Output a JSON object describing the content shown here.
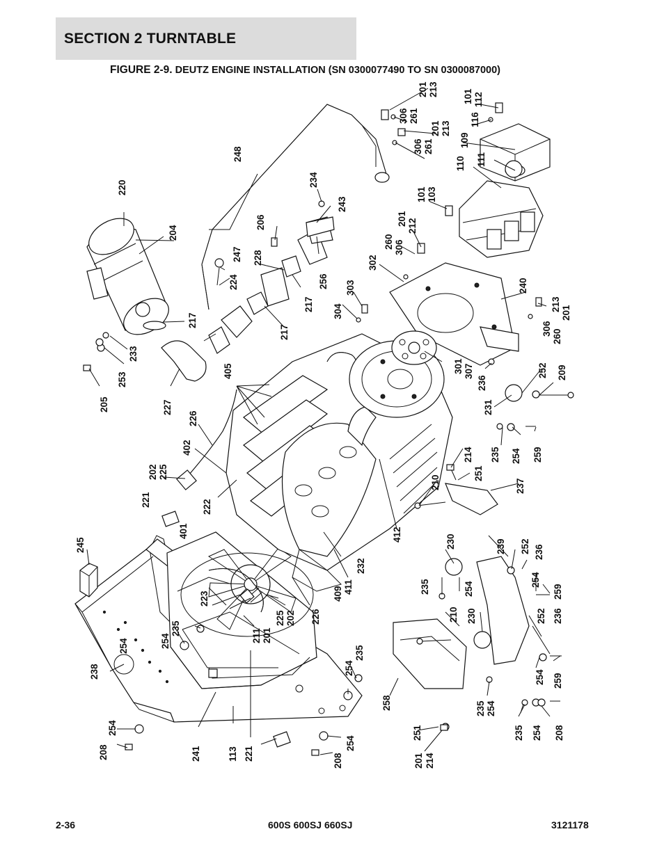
{
  "header": {
    "section": "SECTION 2   TURNTABLE",
    "figure_number": "FIGURE 2-9.",
    "figure_caption": "DEUTZ ENGINE INSTALLATION (SN 0300077490 TO SN 0300087000)"
  },
  "footer": {
    "page": "2-36",
    "models": "600S 600SJ 660SJ",
    "document": "3121178"
  },
  "callouts": [
    "201",
    "213",
    "306",
    "261",
    "201",
    "213",
    "306",
    "261",
    "101",
    "112",
    "109",
    "116",
    "111",
    "110",
    "101",
    "103",
    "201",
    "212",
    "260",
    "306",
    "248",
    "234",
    "243",
    "206",
    "228",
    "247",
    "224",
    "256",
    "217",
    "220",
    "204",
    "217",
    "217",
    "233",
    "253",
    "205",
    "227",
    "226",
    "405",
    "302",
    "303",
    "304",
    "240",
    "306",
    "260",
    "213",
    "201",
    "301",
    "307",
    "236",
    "252",
    "209",
    "231",
    "235",
    "254",
    "259",
    "214",
    "251",
    "210",
    "237",
    "402",
    "202",
    "225",
    "221",
    "222",
    "401",
    "412",
    "232",
    "411",
    "409",
    "230",
    "239",
    "252",
    "236",
    "254",
    "259",
    "235",
    "254",
    "210",
    "230",
    "252",
    "236",
    "254",
    "259",
    "235",
    "254",
    "245",
    "223",
    "211",
    "201",
    "225",
    "202",
    "226",
    "235",
    "254",
    "254",
    "235",
    "238",
    "258",
    "235",
    "254",
    "208",
    "254",
    "254",
    "208",
    "241",
    "113",
    "221",
    "251",
    "201",
    "214",
    "208",
    "254"
  ]
}
